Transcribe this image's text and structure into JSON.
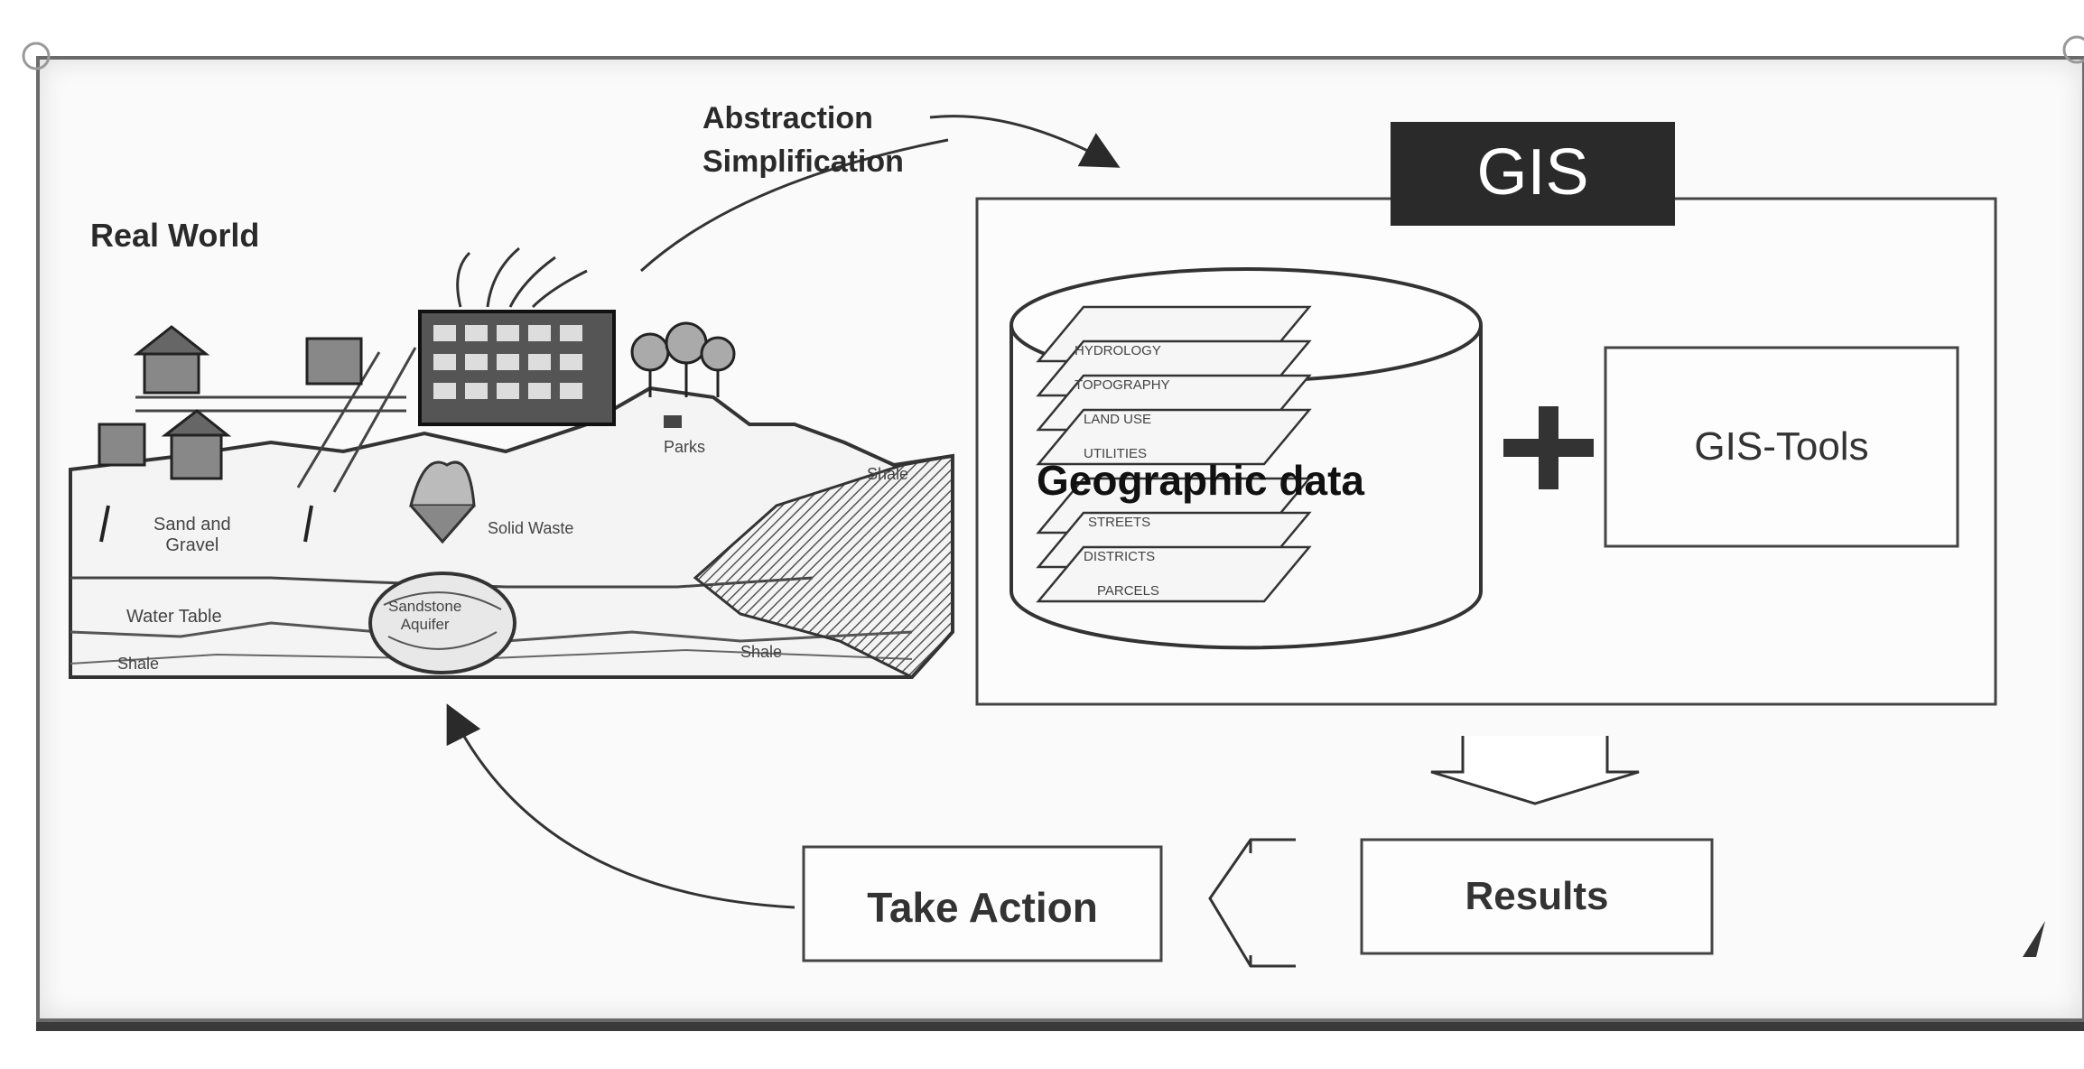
{
  "real_world": {
    "title": "Real World",
    "labels": {
      "parks": "Parks",
      "sand_gravel": "Sand and\nGravel",
      "solid_waste": "Solid Waste",
      "water_table": "Water Table",
      "sandstone_aquifer": "Sandstone\nAquifer",
      "shale_left": "Shale",
      "shale_bottom": "Shale",
      "shale_right": "Shale"
    }
  },
  "arrow_label": {
    "line1": "Abstraction",
    "line2": "Simplification"
  },
  "gis": {
    "badge": "GIS",
    "database_label": "Geographic data",
    "layers": [
      "HYDROLOGY",
      "TOPOGRAPHY",
      "LAND USE",
      "UTILITIES",
      "STREETS",
      "DISTRICTS",
      "PARCELS"
    ],
    "plus": "+",
    "tools": "GIS-Tools"
  },
  "results": "Results",
  "take_action": "Take Action",
  "colors": {
    "badge_bg": "#2a2a2a",
    "badge_text": "#ffffff",
    "frame": "#6a6a6a"
  }
}
